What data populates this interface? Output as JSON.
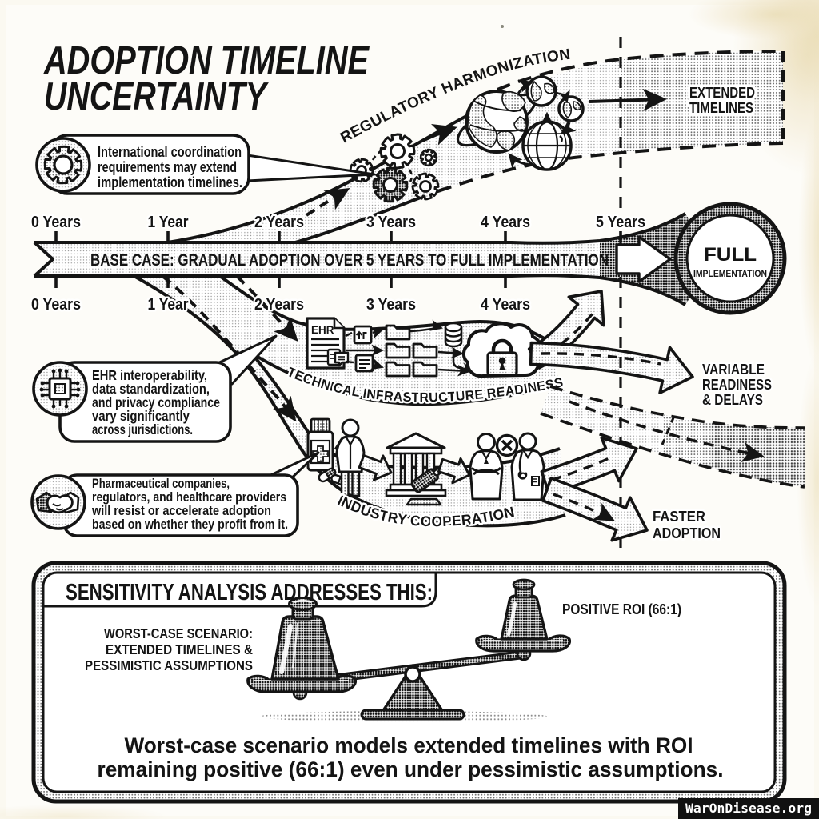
{
  "title": {
    "line1": "ADOPTION TIMELINE",
    "line2": "UNCERTAINTY"
  },
  "timeline": {
    "top_labels": [
      "0 Years",
      "1 Year",
      "2 Years",
      "3 Years",
      "4 Years",
      "5 Years"
    ],
    "bottom_labels": [
      "0 Years",
      "1 Year",
      "2 Years",
      "3 Years",
      "4 Years"
    ],
    "base_case_label": "BASE CASE: GRADUAL ADOPTION OVER 5 YEARS TO FULL IMPLEMENTATION",
    "end_circle": {
      "line1": "FULL",
      "line2": "IMPLEMENTATION"
    }
  },
  "branches": {
    "regulatory": {
      "label": "REGULATORY HARMONIZATION",
      "outcome_line1": "EXTENDED",
      "outcome_line2": "TIMELINES"
    },
    "technical": {
      "label": "TECHNICAL INFRASTRUCTURE READINESS",
      "outcome_line1": "VARIABLE",
      "outcome_line2": "READINESS",
      "outcome_line3": "& DELAYS"
    },
    "industry": {
      "label": "INDUSTRY COOPERATION",
      "outcome_line1": "FASTER",
      "outcome_line2": "ADOPTION"
    }
  },
  "callouts": [
    {
      "icon": "gear-icon",
      "lines": [
        "International coordination",
        "requirements may extend",
        "implementation timelines."
      ]
    },
    {
      "icon": "chip-icon",
      "lines": [
        "EHR interoperability,",
        "data standardization,",
        "and privacy compliance",
        "vary significantly",
        "across jurisdictions."
      ]
    },
    {
      "icon": "handshake-icon",
      "lines": [
        "Pharmaceutical companies,",
        "regulators, and healthcare providers",
        "will resist or accelerate adoption",
        "based on whether they profit from it."
      ]
    }
  ],
  "icons": {
    "ehr_doc_label": "EHR"
  },
  "panel": {
    "heading": "SENSITIVITY ANALYSIS ADDRESSES THIS:",
    "left_label_line1": "WORST-CASE SCENARIO:",
    "left_label_line2": "EXTENDED TIMELINES &",
    "left_label_line3": "PESSIMISTIC ASSUMPTIONS",
    "right_label": "POSITIVE ROI (66:1)",
    "summary_line1": "Worst-case scenario models extended timelines with ROI",
    "summary_line2": "remaining positive (66:1) even under pessimistic assumptions."
  },
  "watermark": "WarOnDisease.org",
  "colors": {
    "paper": "#fbf9f1",
    "ink": "#141414",
    "badge_bg": "#111111"
  }
}
